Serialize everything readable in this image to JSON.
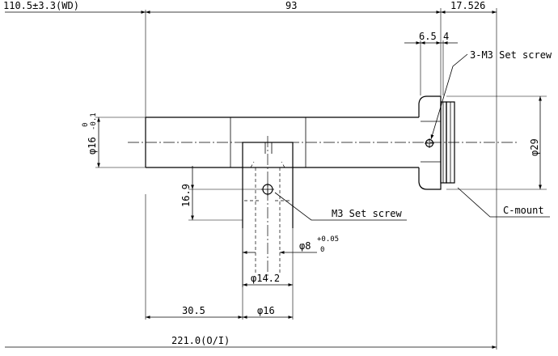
{
  "dimensions": {
    "wd": "110.5±3.3(WD)",
    "top_length": "93",
    "mount_length": "17.526",
    "step_a": "6.5",
    "step_b": "4",
    "body_diameter": "φ16",
    "body_diameter_tol_upper": "0",
    "body_diameter_tol_lower": "-0.1",
    "mount_diameter": "φ29",
    "port_height": "16.9",
    "bore_diameter": "φ8",
    "bore_tol_upper": "+0.05",
    "bore_tol_lower": "0",
    "port_inner_diameter": "φ14.2",
    "port_outer_diameter": "φ16",
    "port_offset": "30.5",
    "total_length": "221.0(O/I)"
  },
  "callouts": {
    "set_screw_mount": "3-M3 Set screw",
    "set_screw_port": "M3 Set screw",
    "mount_type": "C-mount"
  }
}
